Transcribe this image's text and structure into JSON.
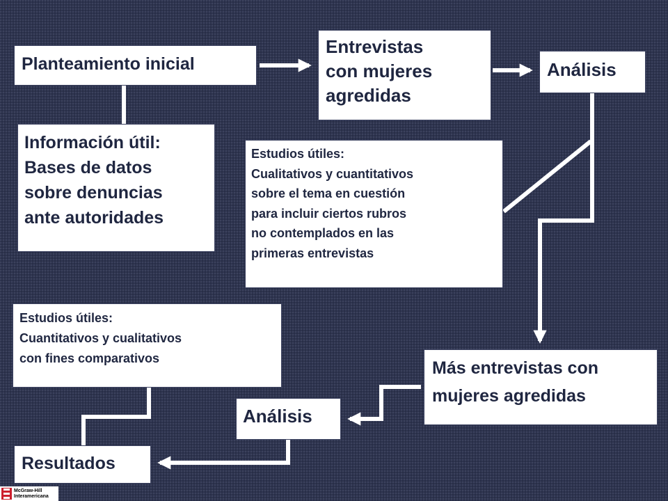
{
  "diagram": {
    "boxes": {
      "planteamiento": "Planteamiento inicial",
      "entrevistas": "Entrevistas\ncon mujeres\nagredidas",
      "analisis_top": "Análisis",
      "informacion": "Información útil:\nBases de datos\nsobre denuncias\nante autoridades",
      "estudios_1": "Estudios útiles:\nCualitativos y cuantitativos\nsobre el tema en cuestión\npara incluir ciertos  rubros\nno contemplados en las\nprimeras entrevistas",
      "estudios_2": "Estudios útiles:\nCuantitativos y cualitativos\ncon fines comparativos",
      "mas_entrevistas": "Más entrevistas con\nmujeres agredidas",
      "analisis_bottom": "Análisis",
      "resultados": "Resultados"
    }
  },
  "publisher": {
    "line1": "McGraw-Hill",
    "line2": "Interamericana"
  },
  "colors": {
    "background": "#2e3450",
    "box_fill": "#ffffff",
    "box_text": "#1f2640",
    "connector": "#ffffff",
    "logo_red": "#cc1f2d"
  }
}
